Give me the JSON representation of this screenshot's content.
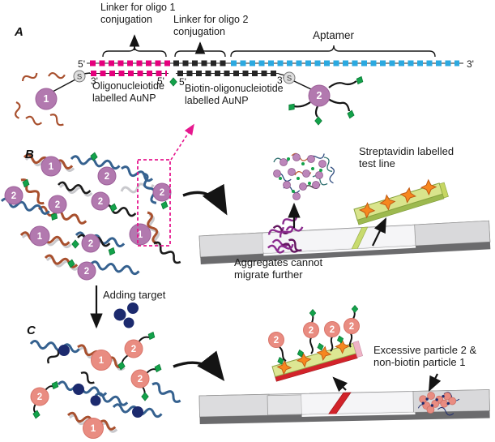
{
  "figure": {
    "panels": {
      "a": "A",
      "b": "B",
      "c": "C"
    },
    "labels": {
      "linker1": [
        "Linker for oligo 1",
        "conjugation"
      ],
      "linker2": [
        "Linker for oligo 2",
        "conjugation"
      ],
      "aptamer": "Aptamer",
      "oligo1_caption": [
        "Oligonucleiotide",
        "labelled AuNP"
      ],
      "oligo2_caption": [
        "Biotin-oligonucleiotide",
        "labelled AuNP"
      ],
      "strep": [
        "Streptavidin labelled",
        "test line"
      ],
      "aggregates": [
        "Aggregates cannot",
        "migrate further"
      ],
      "adding_target": "Adding target",
      "excessive": [
        "Excessive particle 2 &",
        "non-biotin particle 1"
      ]
    },
    "markers": {
      "five_prime": "5'",
      "three_prime": "3'",
      "thiol": "S",
      "particle1": "1",
      "particle2": "2"
    },
    "colors": {
      "linker1_segment": "#E5007D",
      "linker2_segment": "#262626",
      "aptamer_segment": "#2BA9E0",
      "aunp_particle": "#B279AF",
      "aunp_particle_dispersed": "#E98C81",
      "biotin_green": "#13A24A",
      "streptavidin_orange": "#F6871F",
      "test_line_red": "#D2232A",
      "strep_bar_green": "#D9E48C",
      "target_navy": "#1C2A6E",
      "highlight_pink": "#E6178E",
      "strip_pad_gray": "#DCDCDE",
      "strip_front_gray": "#6B6B6D"
    }
  }
}
